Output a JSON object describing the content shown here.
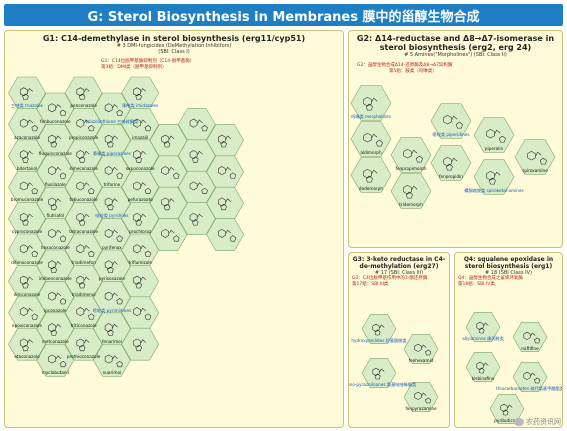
{
  "title": "G: Sterol Biosynthesis in Membranes  膜中的甾醇生物合成",
  "g1": {
    "title": "G1: C14-demethylase in sterol biosynthesis (erg11/cyp51)",
    "sub1": "# 3 DMI-fungicides (DeMethylation Inhibitors)",
    "sub2": "(SBI: Class I)",
    "note1": "G1：C14位脱甲基酶抑制剂（C14-脱甲基酶）",
    "note2": "第3组：DMI类（脱甲基抑制剂）",
    "labels": [
      "三唑类 triazoles",
      "azaconazole",
      "bitertanol",
      "bromuconazole",
      "cyproconazole",
      "difenoconazole",
      "diniconazole",
      "epoxiconazole",
      "etaconazole",
      "fenbuconazole",
      "fluquinconazole",
      "flusilazole",
      "flutriafol",
      "hexaconazole",
      "imibenconazole",
      "ipconazole",
      "metconazole",
      "myclobutanil",
      "penconazole",
      "propiconazole",
      "simeconazole",
      "tebuconazole",
      "tetraconazole",
      "triadimefon",
      "triadimenol",
      "triticonazole",
      "prothioconazole",
      "triazolinthione 三唑硫酮类",
      "哌嗪类 piperazines",
      "triforine",
      "吡啶类 pyridines",
      "pyrifenox",
      "pyrisoxazole",
      "嘧啶类 pyrimidines",
      "fenarimol",
      "nuarimol",
      "咪唑类 imidazoles",
      "imazalil",
      "oxpoconazole",
      "pefurazoate",
      "prochloraz",
      "triflumizole"
    ]
  },
  "g2": {
    "title": "G2: Δ14-reductase and Δ8→Δ7-isomerase in sterol biosynthesis (erg2, erg 24)",
    "sub1": "# 5 Amines(\"Morpholines\") (SBI: Class II)",
    "note1": "G2：甾醇生物合成Δ14-还原酶及Δ8→Δ7异构酶",
    "note2": "第5组：胺类（吗啉类）",
    "labels": [
      "吗啉类 morpholines",
      "aldimorph",
      "dodemorph",
      "fenpropimorph",
      "tridemorph",
      "哌啶类 piperidines",
      "fenpropidin",
      "piperalin",
      "螺酮缩胺类 spiroketal-amines",
      "spiroxamine"
    ]
  },
  "g3": {
    "title": "G3: 3-keto reductase in C4-de-methylation (erg27)",
    "sub1": "# 17 (SBI: Class III)",
    "note1": "G3：C4位脱甲基作用中的3-酮还原酶",
    "note2": "第17组：SBI III类",
    "labels": [
      "hydroxyanilides 羟基酰胺类",
      "fenhexamid",
      "amino-pyrazolinones 氨基吡唑啉酮类",
      "fenpyrazamine"
    ]
  },
  "q4": {
    "title": "Q4: squalene epoxidase in sterol biosynthesis (erg1)",
    "sub1": "# 18 (SBI Class IV)",
    "note1": "Q4：甾醇生物合成之鲨烯环氧酶",
    "note2": "第18组：SBI IV类",
    "labels": [
      "allylamines 烯丙胺类",
      "naftifine",
      "terbinafine",
      "thiocarbamates 硫代氨基甲酸酯类",
      "pyributicarb"
    ]
  },
  "watermark": "农药资讯网"
}
